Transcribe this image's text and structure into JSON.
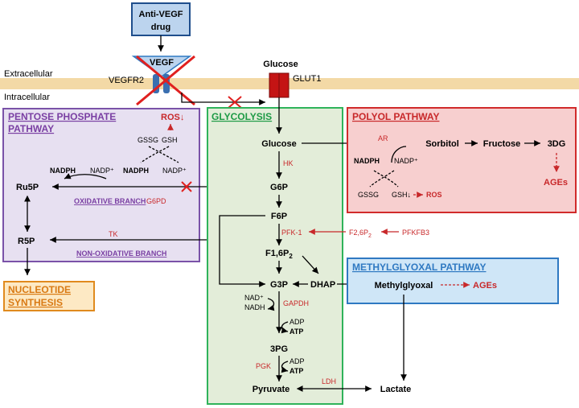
{
  "drug": {
    "line1": "Anti-VEGF",
    "line2": "drug"
  },
  "membrane": {
    "extracellular": "Extracellular",
    "intracellular": "Intracellular"
  },
  "receptor": {
    "vegf": "VEGF",
    "vegfr2": "VEGFR2",
    "glucose_outside": "Glucose",
    "glut1": "GLUT1"
  },
  "ppp": {
    "title_line1": "PENTOSE PHOSPHATE",
    "title_line2": "PATHWAY",
    "ros": "ROS↓",
    "gssg": "GSSG",
    "gsh": "GSH",
    "nadph_left": "NADPH",
    "nadp_left": "NADP⁺",
    "nadph_mid": "NADPH",
    "nadp_mid": "NADP⁺",
    "ru5p": "Ru5P",
    "r5p": "R5P",
    "oxidative": "OXIDATIVE BRANCH",
    "g6pd": "G6PD",
    "tk": "TK",
    "non_oxidative": "NON-OXIDATIVE BRANCH"
  },
  "nucleotide": {
    "line1": "NUCLEOTIDE",
    "line2": "SYNTHESIS"
  },
  "glycolysis": {
    "title": "GLYCOLYSIS",
    "glucose": "Glucose",
    "hk": "HK",
    "g6p": "G6P",
    "f6p": "F6P",
    "pfk1": "PFK-1",
    "f16p2": "F1,6P",
    "f16p2_sub": "2",
    "g3p": "G3P",
    "dhap": "DHAP",
    "nad": "NAD⁺",
    "nadh": "NADH",
    "gapdh": "GAPDH",
    "adp1": "ADP",
    "atp1": "ATP",
    "pg3": "3PG",
    "pgk": "PGK",
    "adp2": "ADP",
    "atp2": "ATP",
    "pyruvate": "Pyruvate",
    "ldh": "LDH",
    "lactate": "Lactate",
    "f26p2": "F2,6P",
    "f26p2_sub": "2",
    "pfkfb3": "PFKFB3"
  },
  "polyol": {
    "title": "POLYOL PATHWAY",
    "ar": "AR",
    "sorbitol": "Sorbitol",
    "fructose": "Fructose",
    "dg3": "3DG",
    "ages": "AGEs",
    "nadph": "NADPH",
    "nadp": "NADP⁺",
    "gssg": "GSSG",
    "gsh": "GSH↓",
    "ros": "ROS"
  },
  "methylglyoxal": {
    "title": "METHYLGLYOXAL PATHWAY",
    "methylglyoxal": "Methylglyoxal",
    "ages": "AGEs"
  },
  "colors": {
    "ppp_bg": "#e7e0f1",
    "ppp_border": "#7a52a8",
    "glyco_bg": "#e3edd9",
    "glyco_border": "#2fb35a",
    "polyol_bg": "#f7cfcf",
    "polyol_border": "#d12b2b",
    "methyl_bg": "#cfe6f7",
    "methyl_border": "#2f79c2",
    "nucleo_bg": "#fde9c4",
    "nucleo_border": "#e08a1e",
    "drug_bg": "#bcd4ee",
    "drug_border": "#1f4e8c",
    "membrane": "#f3d9a6",
    "enzyme_red": "#c8282a",
    "ppp_label": "#7a3fa3"
  }
}
